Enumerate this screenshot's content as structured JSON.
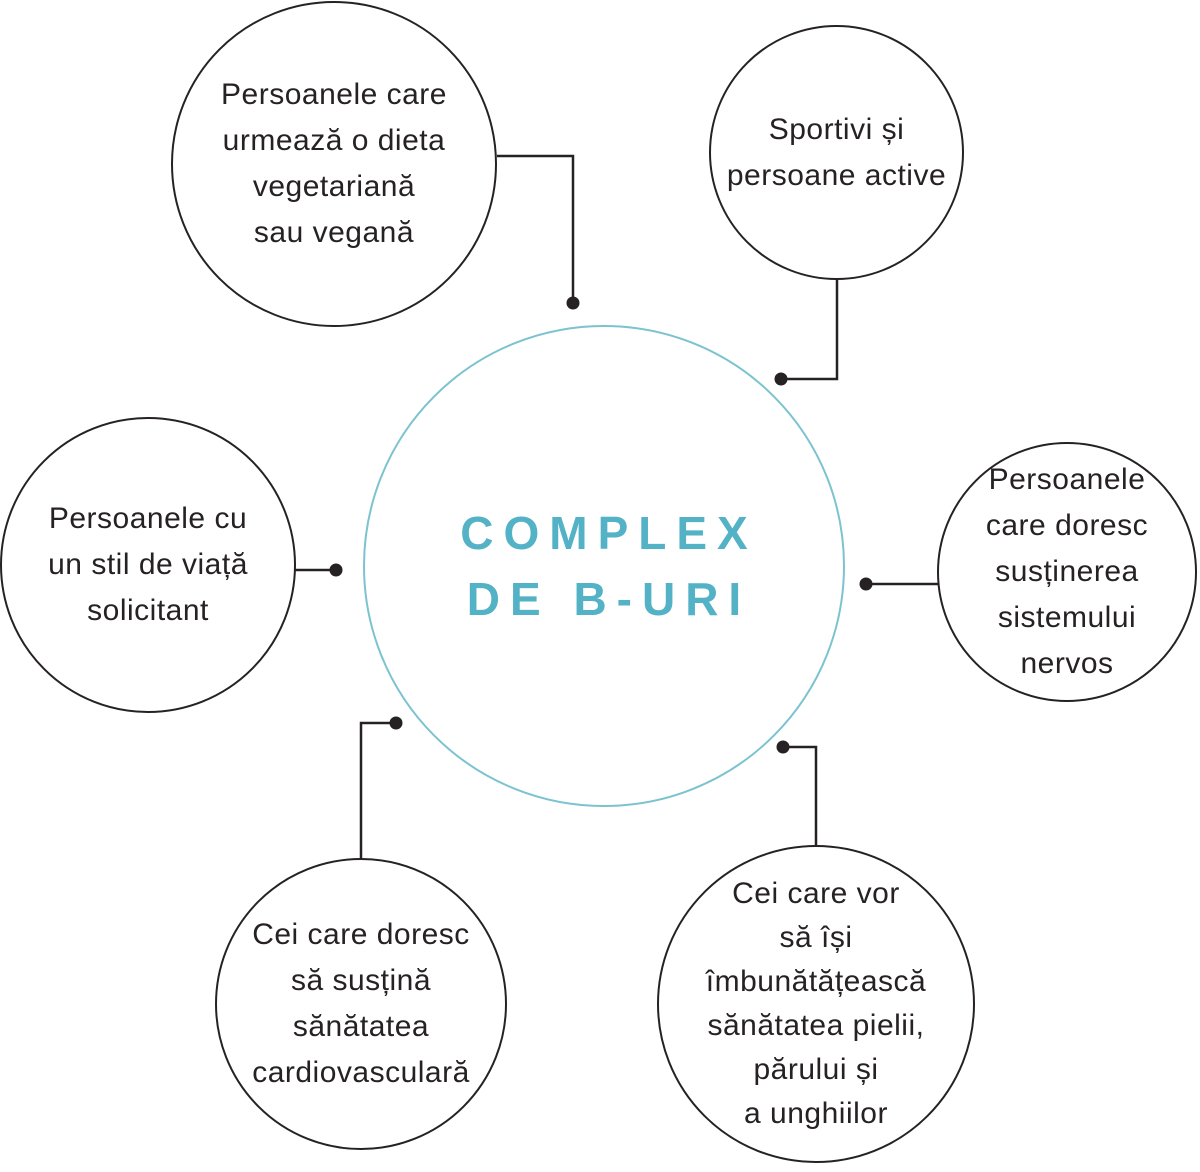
{
  "colors": {
    "canvas_bg": "#ffffff",
    "ink": "#262223",
    "accent_stroke": "#7cc3d0",
    "accent_text": "#53b2c5"
  },
  "center": {
    "lines": [
      "COMPLEX",
      "DE B-URI"
    ]
  },
  "nodes": [
    {
      "id": "vegetarian-diet",
      "lines": [
        "Persoanele care",
        "urmează o dieta",
        "vegetariană",
        "sau vegană"
      ]
    },
    {
      "id": "athletes",
      "lines": [
        "Sportivi și",
        "persoane active"
      ]
    },
    {
      "id": "nervous-system",
      "lines": [
        "Persoanele",
        "care doresc",
        "susținerea",
        "sistemului",
        "nervos"
      ]
    },
    {
      "id": "demanding-lifestyle",
      "lines": [
        "Persoanele cu",
        "un stil de viață",
        "solicitant"
      ]
    },
    {
      "id": "cardiovascular",
      "lines": [
        "Cei care doresc",
        "să susțină",
        "sănătatea",
        "cardiovasculară"
      ]
    },
    {
      "id": "skin-hair-nails",
      "lines": [
        "Cei care vor",
        "să își",
        "îmbunătățească",
        "sănătatea pielii,",
        "părului și",
        "a unghiilor"
      ]
    }
  ]
}
